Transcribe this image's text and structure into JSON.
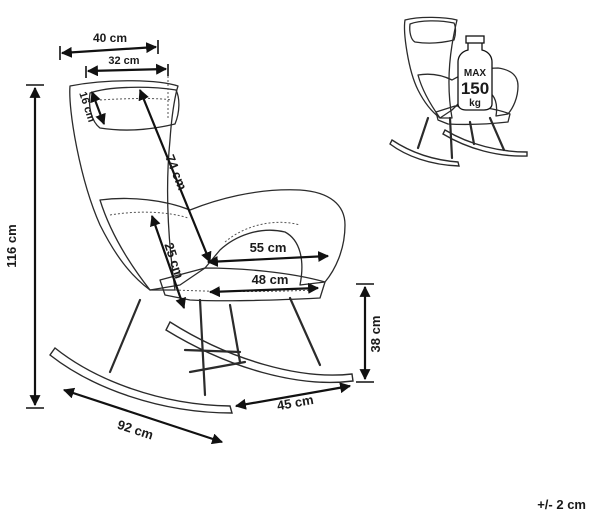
{
  "dimensions": {
    "width_40": "40 cm",
    "width_32": "32 cm",
    "headrest_16": "16 cm",
    "backrest_74": "74 cm",
    "armrest_25": "25 cm",
    "seat_width_55": "55 cm",
    "seat_depth_48": "48 cm",
    "height_116": "116 cm",
    "seat_height_38": "38 cm",
    "leg_45": "45 cm",
    "length_92": "92 cm"
  },
  "load_badge": {
    "line1": "MAX",
    "line2": "150",
    "line3": "kg"
  },
  "tolerance": "+/- 2 cm"
}
